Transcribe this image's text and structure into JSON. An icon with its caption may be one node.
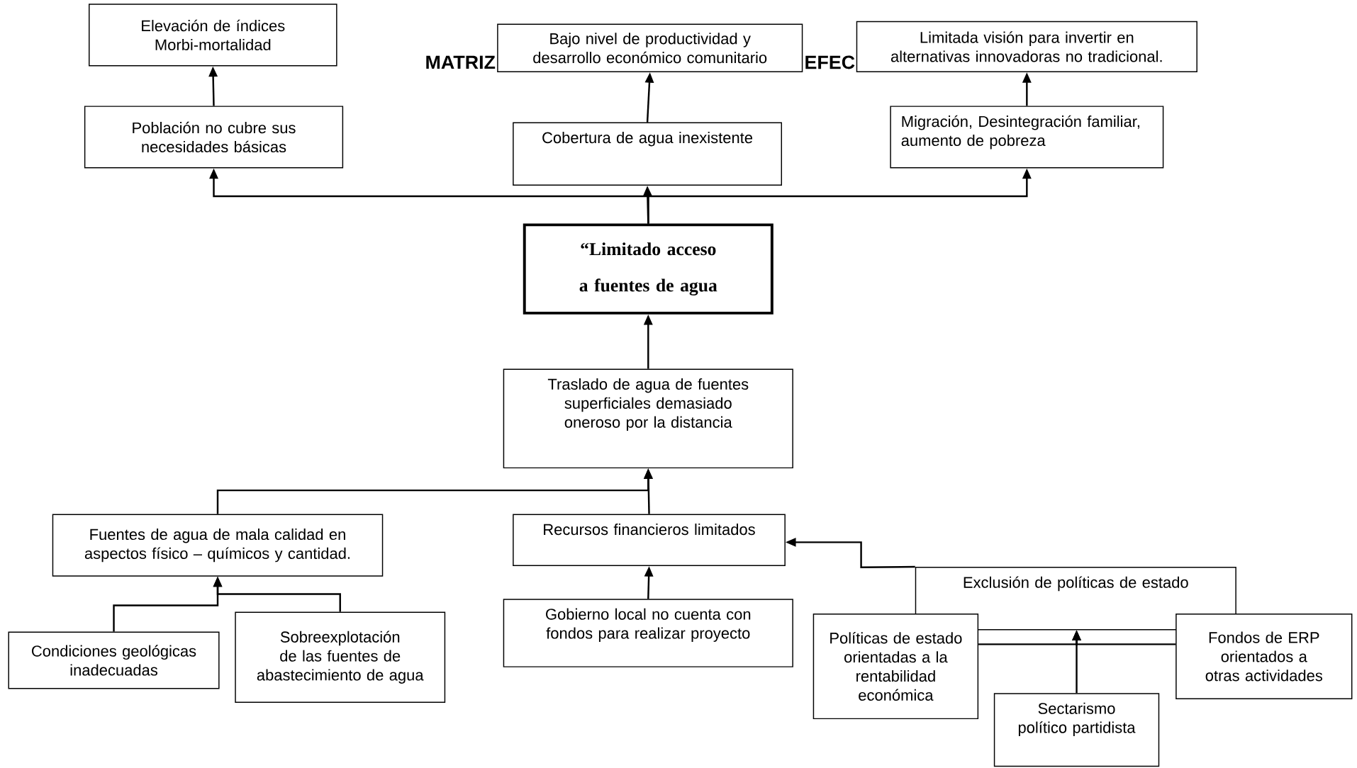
{
  "diagram": {
    "nodes": [
      {
        "text": [
          "Elevación de índices Morbi-mortalidad"
        ]
      },
      {
        "text": [
          "Bajo nivel de productividad y desarrollo económico comunitario"
        ]
      },
      {
        "text": [
          "Limitada visión para invertir en alternativas innovadoras no tradicional."
        ]
      },
      {
        "text": [
          "Población no cubre sus necesidades básicas"
        ]
      },
      {
        "text": [
          "Cobertura de agua inexistente"
        ]
      },
      {
        "text": [
          "Migración, Desintegración familiar, aumento de pobreza"
        ]
      },
      {
        "text": [
          "“Limitado acceso a fuentes de agua"
        ]
      },
      {
        "text": [
          "Traslado de agua de fuentes superficiales demasiado oneroso por la distancia"
        ]
      },
      {
        "text": [
          "Fuentes de agua de mala calidad en aspectos físico – químicos y cantidad."
        ]
      },
      {
        "text": [
          "Recursos financieros limitados"
        ]
      },
      {
        "text": [
          "Condiciones geológicas inadecuadas"
        ]
      },
      {
        "text": [
          "Sobreexplotación de las fuentes de abastecimiento de agua"
        ]
      },
      {
        "text": [
          "Gobierno local no cuenta con fondos para realizar proyecto"
        ]
      },
      {
        "text": [
          "Exclusión de políticas de estado"
        ]
      },
      {
        "text": [
          "Políticas de estado orientadas a la rentabilidad económica"
        ]
      },
      {
        "text": [
          "Fondos de ERP orientados a otras actividades"
        ]
      },
      {
        "text": [
          "Sectarismo político partidista"
        ]
      }
    ],
    "edges": [
      {
        "from": 3,
        "to": 0,
        "arrow": "to"
      },
      {
        "from": 4,
        "to": 1,
        "arrow": "to"
      },
      {
        "from": 5,
        "to": 2,
        "arrow": "to"
      },
      {
        "from": 6,
        "to": 3,
        "arrow": "to"
      },
      {
        "from": 6,
        "to": 4,
        "arrow": "to"
      },
      {
        "from": 6,
        "to": 5,
        "arrow": "to"
      },
      {
        "from": 7,
        "to": 6,
        "arrow": "to"
      },
      {
        "from": 8,
        "to": 7,
        "arrow": "to"
      },
      {
        "from": 9,
        "to": 7,
        "arrow": "to"
      },
      {
        "from": 10,
        "to": 8,
        "arrow": "to"
      },
      {
        "from": 11,
        "to": 8,
        "arrow": "to"
      },
      {
        "from": 12,
        "to": 9,
        "arrow": "to"
      },
      {
        "from": 13,
        "to": 9,
        "arrow": "to"
      },
      {
        "from": 14,
        "to": 13,
        "arrow": "to"
      },
      {
        "from": 15,
        "to": 13,
        "arrow": "to"
      },
      {
        "from": 16,
        "to": 13,
        "arrow": "to"
      }
    ],
    "labels": [
      "MATRIZ",
      "EFEC"
    ]
  }
}
